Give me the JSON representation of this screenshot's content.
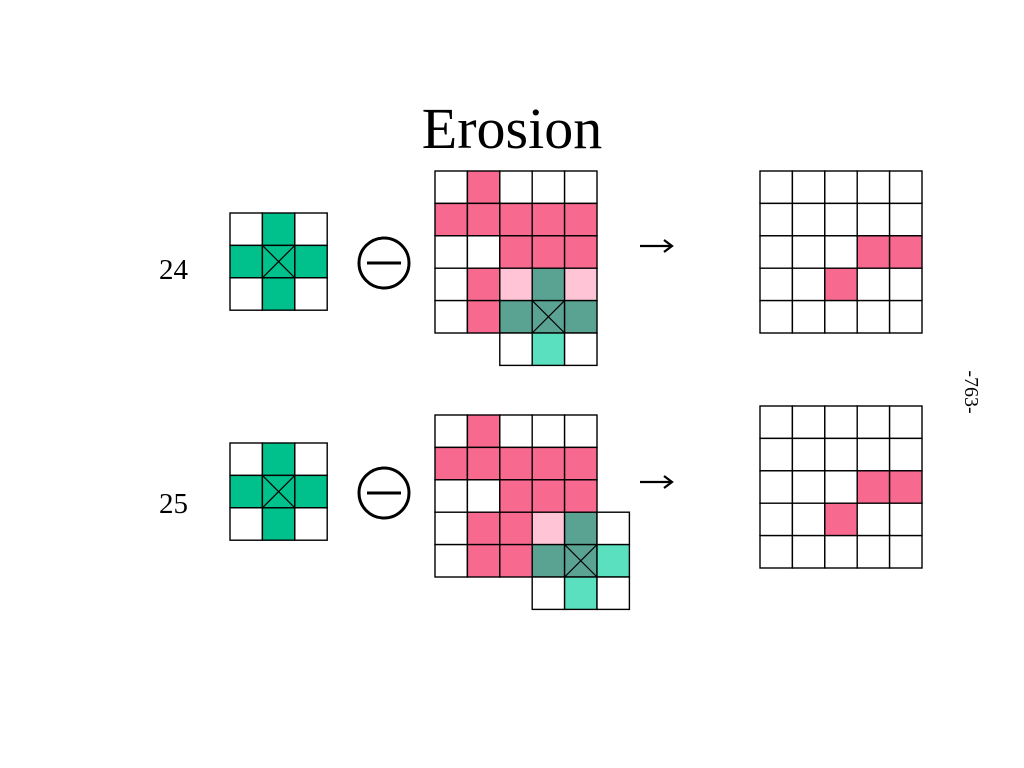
{
  "title": "Erosion",
  "page_number": "-763-",
  "colors": {
    "structuring_element": "#00c08b",
    "image_foreground": "#f7698f",
    "overlap_on_foreground": "#5aa393",
    "overlap_on_background": "#5be0bf",
    "foreground_under_element": "#ffc4d6",
    "grid_line": "#000000",
    "background": "#ffffff"
  },
  "operator_symbol": "minus-circle-icon",
  "arrow_symbol": "right-arrow-icon",
  "structuring_element": {
    "rows": 3,
    "cols": 3,
    "cells": [
      [
        0,
        1,
        0
      ],
      [
        1,
        1,
        1
      ],
      [
        0,
        1,
        0
      ]
    ],
    "origin": [
      1,
      1
    ]
  },
  "input_image": {
    "rows": 5,
    "cols": 5,
    "cells": [
      [
        0,
        1,
        0,
        0,
        0
      ],
      [
        1,
        1,
        1,
        1,
        1
      ],
      [
        0,
        0,
        1,
        1,
        1
      ],
      [
        0,
        1,
        1,
        1,
        1
      ],
      [
        0,
        1,
        1,
        1,
        1
      ]
    ]
  },
  "examples": [
    {
      "label": "24",
      "probe_center": [
        4,
        3
      ],
      "result": {
        "rows": 5,
        "cols": 5,
        "cells": [
          [
            0,
            0,
            0,
            0,
            0
          ],
          [
            0,
            0,
            0,
            0,
            0
          ],
          [
            0,
            0,
            0,
            1,
            1
          ],
          [
            0,
            0,
            1,
            0,
            0
          ],
          [
            0,
            0,
            0,
            0,
            0
          ]
        ]
      }
    },
    {
      "label": "25",
      "probe_center": [
        4,
        4
      ],
      "result": {
        "rows": 5,
        "cols": 5,
        "cells": [
          [
            0,
            0,
            0,
            0,
            0
          ],
          [
            0,
            0,
            0,
            0,
            0
          ],
          [
            0,
            0,
            0,
            1,
            1
          ],
          [
            0,
            0,
            1,
            0,
            0
          ],
          [
            0,
            0,
            0,
            0,
            0
          ]
        ]
      }
    }
  ]
}
